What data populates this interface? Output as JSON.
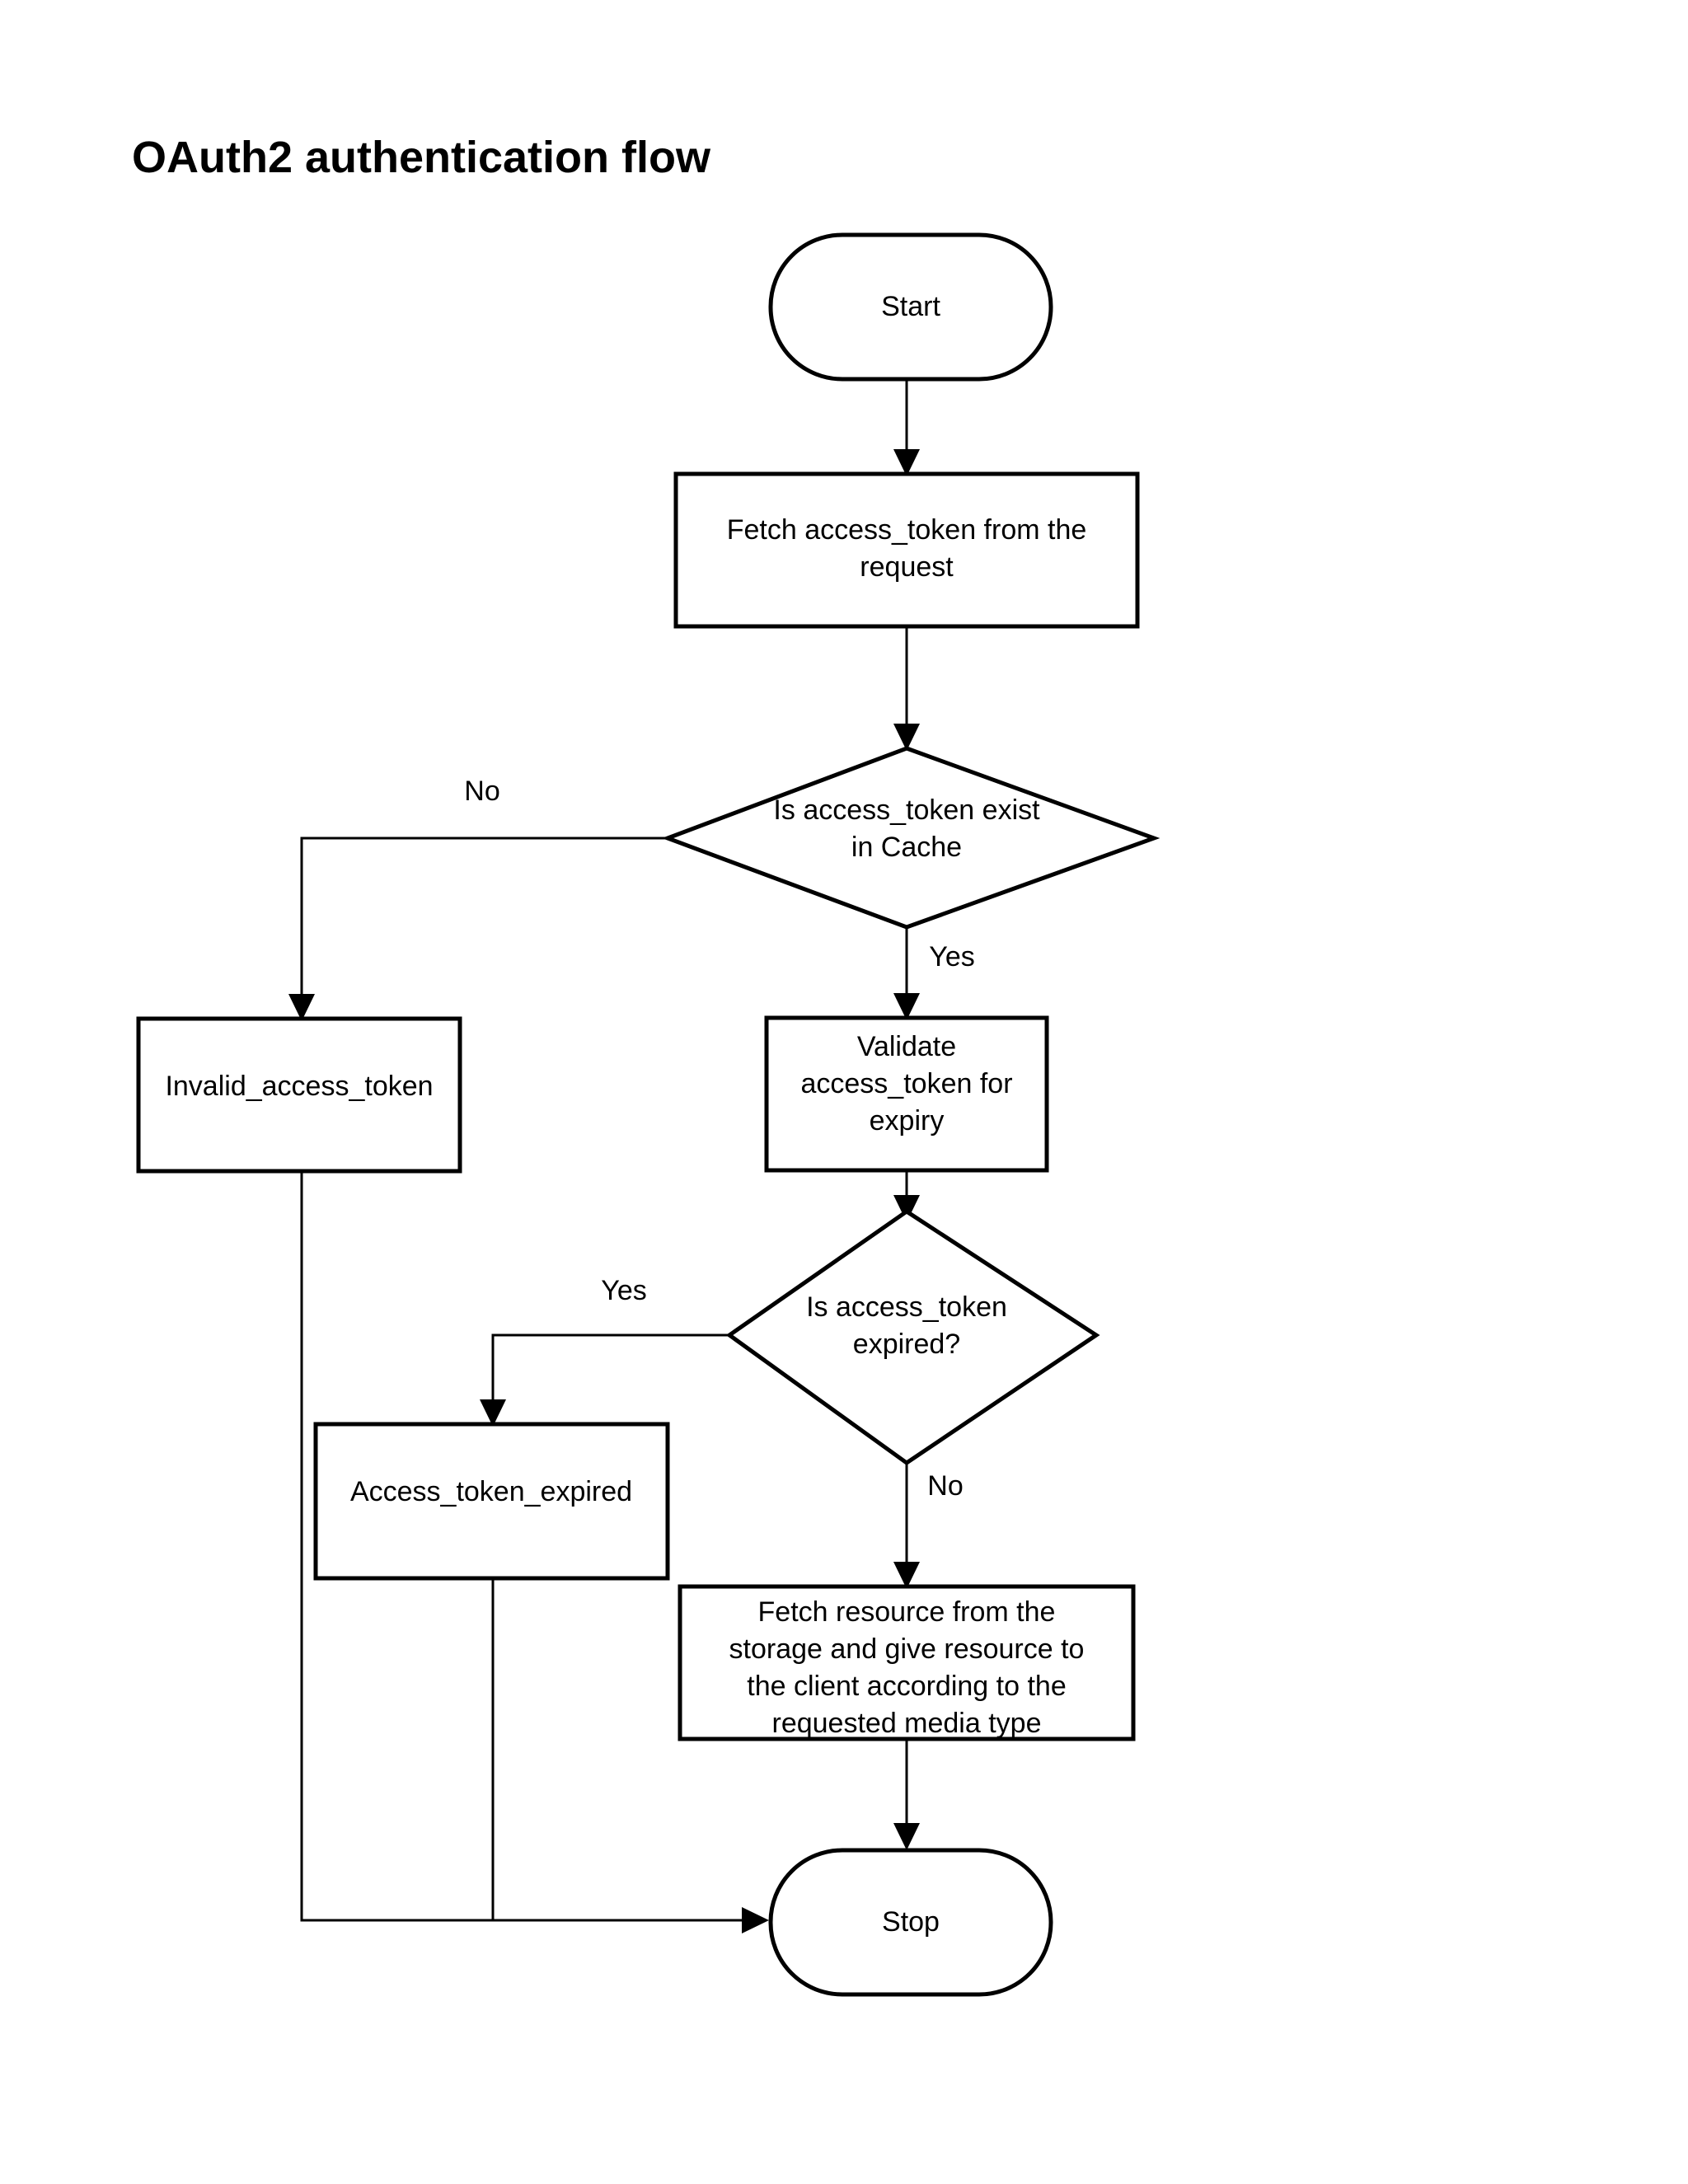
{
  "title": "OAuth2 authentication flow",
  "chart_data": {
    "type": "diagram",
    "diagram_kind": "flowchart",
    "title": "OAuth2 authentication flow",
    "orientation": "top-to-bottom",
    "nodes": [
      {
        "id": "start",
        "shape": "terminator",
        "lines": [
          "Start"
        ]
      },
      {
        "id": "fetch_token",
        "shape": "process",
        "lines": [
          "Fetch access_token from the",
          "request"
        ]
      },
      {
        "id": "cache_check",
        "shape": "decision",
        "lines": [
          "Is access_token exist",
          "in Cache"
        ]
      },
      {
        "id": "invalid",
        "shape": "process",
        "lines": [
          "Invalid_access_token"
        ]
      },
      {
        "id": "validate",
        "shape": "process",
        "lines": [
          "Validate",
          "access_token for",
          "expiry"
        ]
      },
      {
        "id": "expiry_check",
        "shape": "decision",
        "lines": [
          "Is access_token",
          "expired?"
        ]
      },
      {
        "id": "expired",
        "shape": "process",
        "lines": [
          "Access_token_expired"
        ]
      },
      {
        "id": "fetch_res",
        "shape": "process",
        "lines": [
          "Fetch resource from the",
          "storage and give resource to",
          "the client according to the",
          "requested media type"
        ]
      },
      {
        "id": "stop",
        "shape": "terminator",
        "lines": [
          "Stop"
        ]
      }
    ],
    "edges": [
      {
        "from": "start",
        "to": "fetch_token",
        "label": ""
      },
      {
        "from": "fetch_token",
        "to": "cache_check",
        "label": ""
      },
      {
        "from": "cache_check",
        "to": "invalid",
        "label": "No"
      },
      {
        "from": "cache_check",
        "to": "validate",
        "label": "Yes"
      },
      {
        "from": "validate",
        "to": "expiry_check",
        "label": ""
      },
      {
        "from": "expiry_check",
        "to": "expired",
        "label": "Yes"
      },
      {
        "from": "expiry_check",
        "to": "fetch_res",
        "label": "No"
      },
      {
        "from": "fetch_res",
        "to": "stop",
        "label": ""
      },
      {
        "from": "invalid",
        "to": "stop",
        "label": ""
      },
      {
        "from": "expired",
        "to": "stop",
        "label": ""
      }
    ]
  },
  "nodes": {
    "start": {
      "line1": "Start"
    },
    "fetch_token": {
      "line1": "Fetch access_token from the",
      "line2": "request"
    },
    "cache_check": {
      "line1": "Is access_token exist",
      "line2": "in Cache"
    },
    "invalid": {
      "line1": "Invalid_access_token"
    },
    "validate": {
      "line1": "Validate",
      "line2": "access_token for",
      "line3": "expiry"
    },
    "expiry_check": {
      "line1": "Is access_token",
      "line2": "expired?"
    },
    "expired": {
      "line1": "Access_token_expired"
    },
    "fetch_res": {
      "line1": "Fetch resource from the",
      "line2": "storage and give resource to",
      "line3": "the client according to the",
      "line4": "requested media type"
    },
    "stop": {
      "line1": "Stop"
    }
  },
  "edge_labels": {
    "cache_no": "No",
    "cache_yes": "Yes",
    "expiry_yes": "Yes",
    "expiry_no": "No"
  },
  "colors": {
    "stroke": "#000000",
    "fill": "#ffffff",
    "text": "#000000",
    "background": "#ffffff"
  }
}
